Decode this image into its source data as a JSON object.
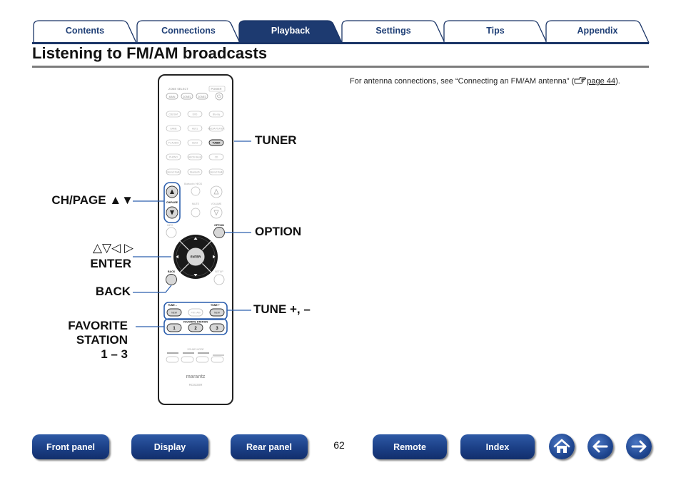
{
  "tabs": [
    {
      "label": "Contents",
      "active": false
    },
    {
      "label": "Connections",
      "active": false
    },
    {
      "label": "Playback",
      "active": true
    },
    {
      "label": "Settings",
      "active": false
    },
    {
      "label": "Tips",
      "active": false
    },
    {
      "label": "Appendix",
      "active": false
    }
  ],
  "page": {
    "title": "Listening to FM/AM broadcasts",
    "note_prefix": "For antenna connections, see “Connecting an FM/AM antenna” (",
    "note_link": "page 44",
    "note_suffix": ").",
    "page_number": "62"
  },
  "remote": {
    "labels": {
      "zone_select": "ZONE SELECT",
      "power": "POWER",
      "main": "MAIN",
      "zone2": "ZONE2",
      "zone3": "ZONE3",
      "tuner": "TUNER",
      "enter": "ENTER",
      "back": "BACK",
      "option": "OPTION",
      "info": "INFO",
      "setup": "SETUP",
      "ch_page": "CH/PAGE",
      "mute": "MUTE",
      "volume": "VOLUME",
      "tune_minus": "TUNE –",
      "tune_plus": "TUNE +",
      "fm_am": "FM / AM",
      "favorite_station": "FAVORITE STATION",
      "fav1": "1",
      "fav2": "2",
      "fav3": "3",
      "sound_mode": "SOUND MODE",
      "brand": "marantz",
      "model": "RC033SR"
    },
    "source_buttons": [
      "CBL/SAT",
      "DVD",
      "Blu-ray",
      "GAME",
      "AUX1",
      "MEDIA PLAYER",
      "TV AUDIO",
      "AUX2",
      "TUNER",
      "PHONO",
      "HEOS Music",
      "CD",
      "Internet Radio",
      "Bluetooth",
      "Internet Radio"
    ]
  },
  "callouts": {
    "tuner": "TUNER",
    "ch_page": "CH/PAGE ▲▼",
    "option": "OPTION",
    "cursor": "△▽◁ ▷",
    "enter": "ENTER",
    "back": "BACK",
    "tune": "TUNE +, –",
    "favorite_line1": "FAVORITE",
    "favorite_line2": "STATION",
    "favorite_line3": "1 – 3"
  },
  "nav": {
    "front_panel": "Front panel",
    "display": "Display",
    "rear_panel": "Rear panel",
    "remote": "Remote",
    "index": "Index"
  },
  "icons": {
    "home": "home-icon",
    "back": "arrow-left-icon",
    "forward": "arrow-right-icon",
    "reference": "pointing-hand-icon"
  },
  "colors": {
    "accent": "#1b3567",
    "active_tab": "#1d3a70",
    "highlight": "#2c5fae"
  }
}
